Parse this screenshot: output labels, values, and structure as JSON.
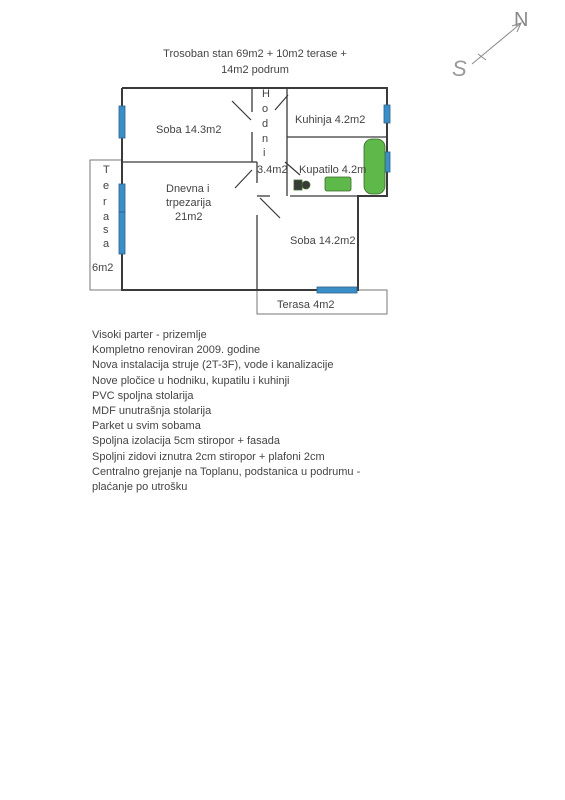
{
  "title": {
    "line1": "Trosoban stan 69m2 + 10m2 terase +",
    "line2": "14m2 podrum"
  },
  "compass": {
    "north": "N",
    "south": "S"
  },
  "rooms": {
    "soba1": "Soba 14.3m2",
    "kuhinja": "Kuhinja 4.2m2",
    "hodnik_letters": [
      "H",
      "o",
      "d",
      "n",
      "i"
    ],
    "hodnik_area": "3.4m2",
    "kupatilo": "Kupatilo 4.2m",
    "dnevna_line1": "Dnevna i",
    "dnevna_line2": "trpezarija",
    "dnevna_line3": "21m2",
    "soba2": "Soba 14.2m2",
    "terasa_left_letters": [
      "T",
      "e",
      "r",
      "a",
      "s",
      "a"
    ],
    "terasa_left_area": "6m2",
    "terasa_bottom": "Terasa 4m2"
  },
  "colors": {
    "wall": "#3a3a3a",
    "window": "#3b8fc8",
    "fixture": "#5fb84a"
  },
  "notes": [
    "Visoki parter - prizemlje",
    "Kompletno renoviran 2009. godine",
    "Nova instalacija struje (2T-3F), vode i kanalizacije",
    "Nove pločice u hodniku, kupatilu i kuhinji",
    "PVC spoljna stolarija",
    "MDF unutrašnja stolarija",
    "Parket u svim sobama",
    "Spoljna izolacija 5cm stiropor + fasada",
    "Spoljni zidovi iznutra 2cm stiropor + plafoni 2cm",
    "Centralno grejanje na Toplanu, podstanica u podrumu -",
    "plaćanje po utrošku"
  ]
}
